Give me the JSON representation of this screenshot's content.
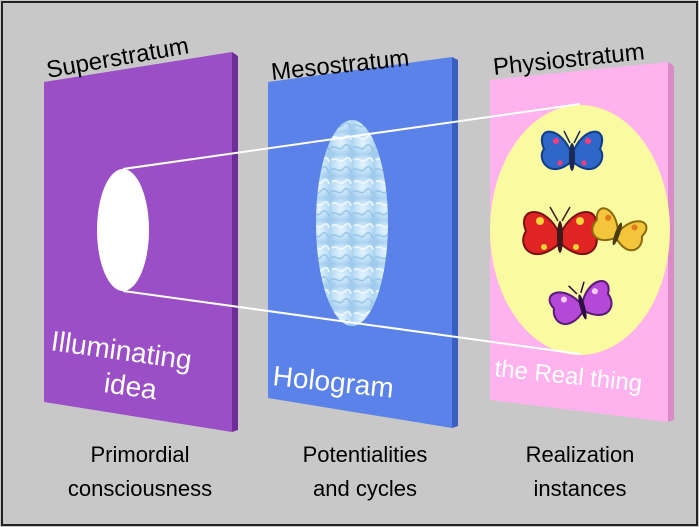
{
  "panels": [
    {
      "heading": "Superstratum",
      "label_line1": "Illuminating",
      "label_line2": "idea",
      "caption_line1": "Primordial",
      "caption_line2": "consciousness"
    },
    {
      "heading": "Mesostratum",
      "label_line1": "Hologram",
      "caption_line1": "Potentialities",
      "caption_line2": "and cycles"
    },
    {
      "heading": "Physiostratum",
      "label_line1": "the Real thing",
      "caption_line1": "Realization",
      "caption_line2": "instances"
    }
  ],
  "colors": {
    "background": "#c8c8c8",
    "superstratum": "#9b4fc7",
    "mesostratum": "#5b82e8",
    "physiostratum": "#ffb3ee",
    "realization_oval": "#fafaa0",
    "projection_lines": "#ffffff"
  },
  "icons": [
    "blue-butterfly-icon",
    "red-butterfly-icon",
    "yellow-butterfly-icon",
    "purple-butterfly-icon"
  ]
}
